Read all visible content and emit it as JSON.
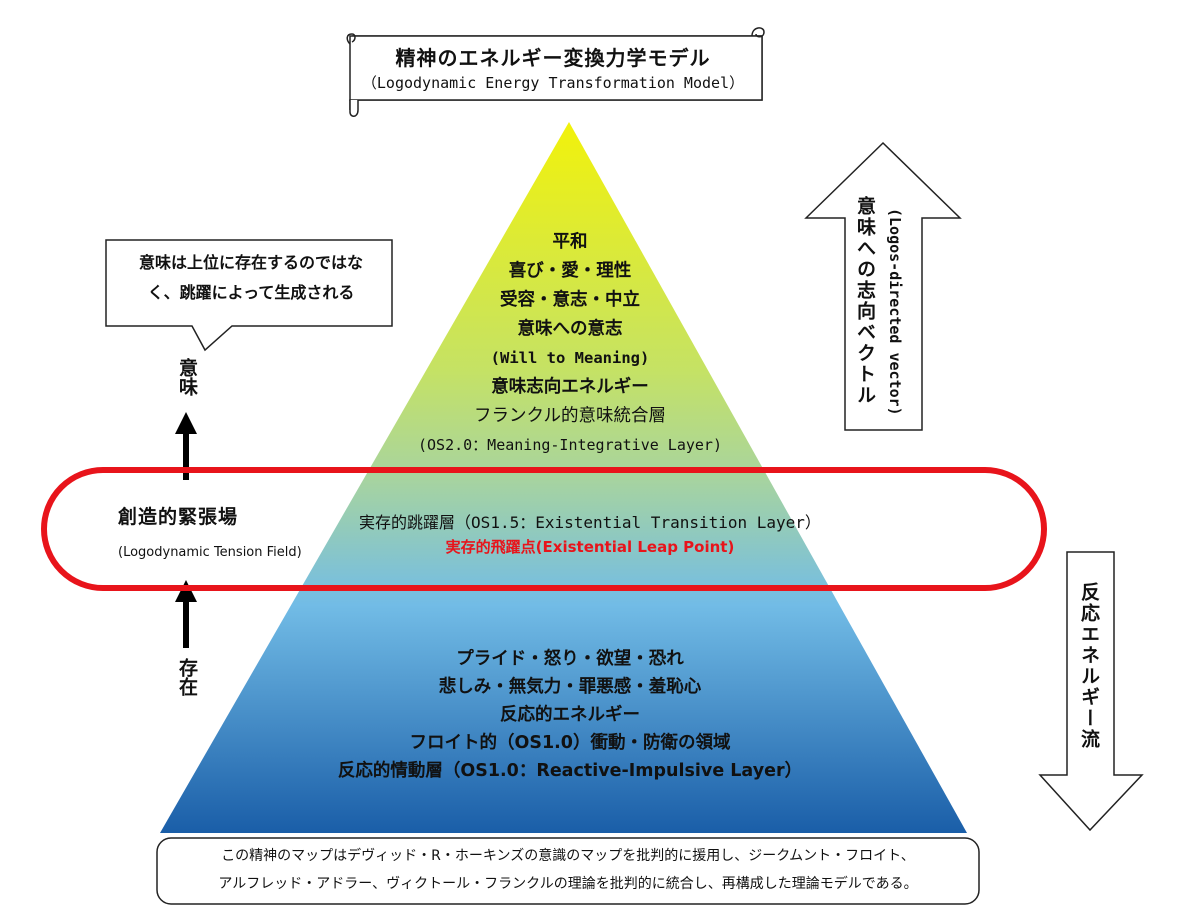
{
  "title": {
    "main": "精神のエネルギー変換力学モデル",
    "sub": "（Logodynamic Energy Transformation Model）"
  },
  "pyramid_top": {
    "lines": [
      "平和",
      "喜び・愛・理性",
      "受容・意志・中立",
      "意味への意志",
      "(Will to Meaning)",
      "意味志向エネルギー",
      "フランクル的意味統合層",
      "(OS2.0：Meaning-Integrative Layer)"
    ]
  },
  "pyramid_middle": {
    "layer": "実存的跳躍層（OS1.5：Existential Transition Layer）",
    "leap_point": "実存的飛躍点(Existential Leap Point)"
  },
  "pyramid_bottom": {
    "lines": [
      "プライド・怒り・欲望・恐れ",
      "悲しみ・無気力・罪悪感・羞恥心",
      "反応的エネルギー",
      "フロイト的（OS1.0）衝動・防衛の領域",
      "反応的情動層（OS1.0：Reactive-Impulsive Layer）"
    ]
  },
  "tension_field": {
    "label_jp": "創造的緊張場",
    "label_en": "(Logodynamic Tension Field)"
  },
  "callout": {
    "text_line1": "意味は上位に存在するのではな",
    "text_line2": "く、跳躍によって生成される"
  },
  "axis": {
    "top_label": "意味",
    "bottom_label": "存在"
  },
  "up_arrow": {
    "label_jp": "意味への志向ベクトル",
    "label_en": "(Logos-directed vector)"
  },
  "down_arrow": {
    "label": "反応エネルギー流"
  },
  "footnote": {
    "line1": "この精神のマップはデヴィッド・R・ホーキンズの意識のマップを批判的に援用し、ジークムント・フロイト、",
    "line2": "アルフレッド・アドラー、ヴィクトール・フランクルの理論を批判的に統合し、再構成した理論モデルである。"
  },
  "colors": {
    "apex": "#f2f20a",
    "mid_green": "#a8d49e",
    "mid_blue": "#72bce6",
    "base": "#1a5ea8",
    "ellipse": "#e8141b",
    "leap_text": "#e8141b"
  }
}
